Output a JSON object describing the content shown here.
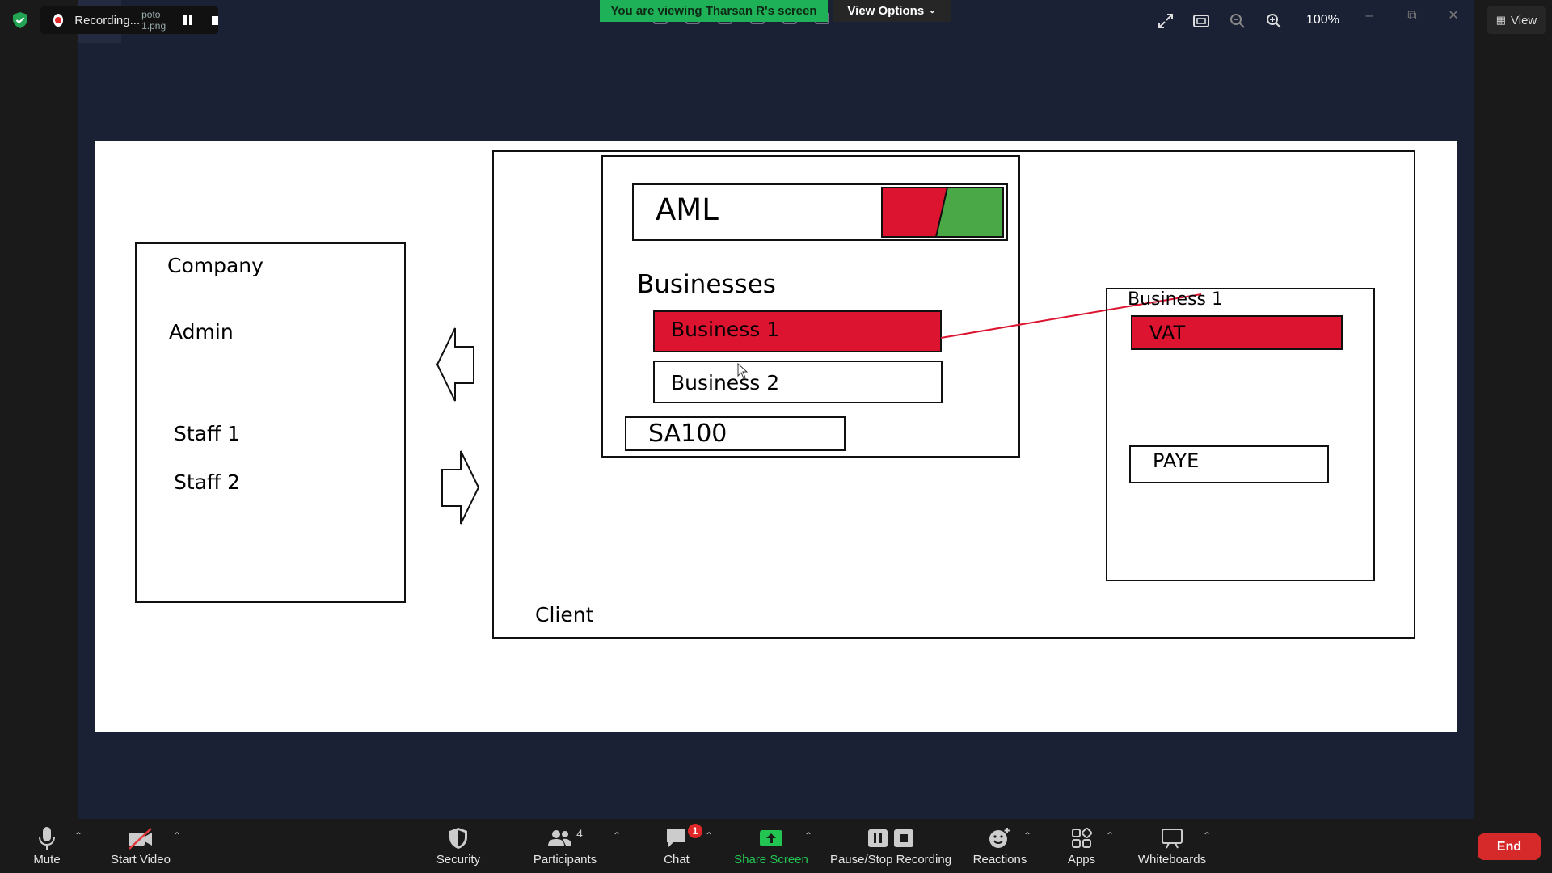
{
  "topbar": {
    "recording_label": "Recording...",
    "recording_ghost": "poto 1.png",
    "viewing_banner": "You are viewing Tharsan R's screen",
    "view_options": "View Options",
    "zoom_level": "100%",
    "view_button": "View"
  },
  "whiteboard": {
    "company_box": {
      "title": "Company",
      "admin": "Admin",
      "staff": [
        "Staff 1",
        "Staff 2"
      ]
    },
    "client_label": "Client",
    "aml_label": "AML",
    "businesses_heading": "Businesses",
    "business_items": [
      "Business 1",
      "Business 2"
    ],
    "sa100_label": "SA100",
    "detail_box": {
      "title": "Business 1",
      "vat_label": "VAT",
      "paye_label": "PAYE"
    },
    "colors": {
      "red": "#dc1430",
      "green": "#4aa946"
    }
  },
  "toolbar": {
    "mute": "Mute",
    "start_video": "Start Video",
    "security": "Security",
    "participants": "Participants",
    "participants_count": "4",
    "chat": "Chat",
    "chat_badge": "1",
    "share_screen": "Share Screen",
    "pause_stop_recording": "Pause/Stop Recording",
    "reactions": "Reactions",
    "apps": "Apps",
    "whiteboards": "Whiteboards",
    "end": "End"
  }
}
